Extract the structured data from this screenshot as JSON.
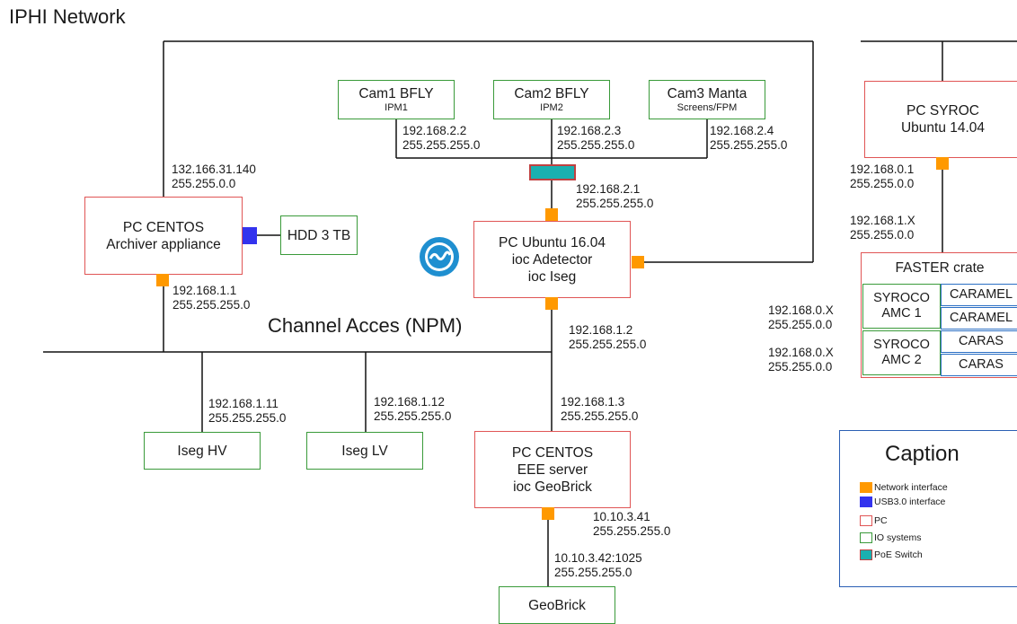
{
  "title": "IPHI Network",
  "center_label": "Channel Acces (NPM)",
  "colors": {
    "pc_border": "#e05555",
    "io_border": "#3a9a3a",
    "network_interface": "#ff9900",
    "usb_interface": "#3333ee",
    "poe_switch": "#1ab0b0",
    "caption_border": "#2b5fb4",
    "faster_cell_blue": "#2b6fc4"
  },
  "cameras": [
    {
      "name": "Cam1 BFLY",
      "sub": "IPM1",
      "ip": "192.168.2.2",
      "mask": "255.255.255.0"
    },
    {
      "name": "Cam2 BFLY",
      "sub": "IPM2",
      "ip": "192.168.2.3",
      "mask": "255.255.255.0"
    },
    {
      "name": "Cam3 Manta",
      "sub": "Screens/FPM",
      "ip": "192.168.2.4",
      "mask": "255.255.255.0"
    }
  ],
  "pc_centos_archiver": {
    "line1": "PC CENTOS",
    "line2": "Archiver appliance",
    "ip_top": "132.166.31.140",
    "mask_top": "255.255.0.0",
    "ip_bottom": "192.168.1.1",
    "mask_bottom": "255.255.255.0"
  },
  "hdd": {
    "label": "HDD 3 TB"
  },
  "pc_ubuntu": {
    "line1": "PC Ubuntu 16.04",
    "line2": "ioc Adetector",
    "line3": "ioc Iseg",
    "ip_top": "192.168.2.1",
    "mask_top": "255.255.255.0",
    "ip_bottom": "192.168.1.2",
    "mask_bottom": "255.255.255.0"
  },
  "iseg_hv": {
    "label": "Iseg HV",
    "ip": "192.168.1.11",
    "mask": "255.255.255.0"
  },
  "iseg_lv": {
    "label": "Iseg LV",
    "ip": "192.168.1.12",
    "mask": "255.255.255.0"
  },
  "pc_centos_eee": {
    "line1": "PC CENTOS",
    "line2": "EEE server",
    "line3": "ioc GeoBrick",
    "ip_top": "192.168.1.3",
    "mask_top": "255.255.255.0",
    "ip_bottom": "10.10.3.41",
    "mask_bottom": "255.255.255.0"
  },
  "geobrick": {
    "label": "GeoBrick",
    "ip": "10.10.3.42:1025",
    "mask": "255.255.255.0"
  },
  "pc_syroc": {
    "line1": "PC SYROC",
    "line2": "Ubuntu 14.04",
    "ip1": "192.168.0.1",
    "mask1": "255.255.0.0",
    "ip2": "192.168.1.X",
    "mask2": "255.255.0.0"
  },
  "faster": {
    "title": "FASTER crate",
    "amc1": {
      "line1": "SYROCO",
      "line2": "AMC 1",
      "ip": "192.168.0.X",
      "mask": "255.255.0.0"
    },
    "amc2": {
      "line1": "SYROCO",
      "line2": "AMC 2",
      "ip": "192.168.0.X",
      "mask": "255.255.0.0"
    },
    "cells": [
      "CARAMEL",
      "CARAMEL",
      "CARAS",
      "CARAS"
    ]
  },
  "caption": {
    "title": "Caption",
    "items": [
      {
        "label": "Network interface",
        "icon": "orange-square"
      },
      {
        "label": "USB3.0 interface",
        "icon": "blue-square"
      },
      {
        "label": "PC",
        "icon": "red-outline-square"
      },
      {
        "label": "IO systems",
        "icon": "green-outline-square"
      },
      {
        "label": "PoE Switch",
        "icon": "teal-red-square"
      }
    ]
  }
}
